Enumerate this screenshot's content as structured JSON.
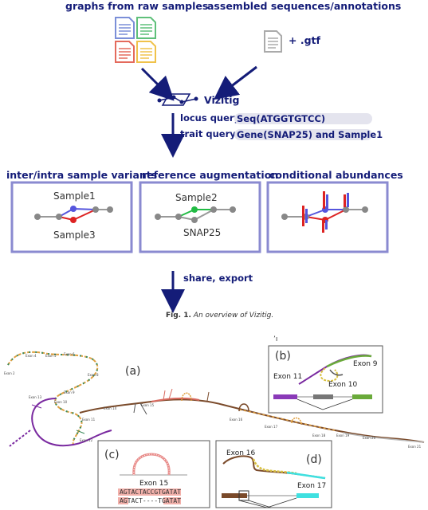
{
  "labels": {
    "graphs_from_raw": "graphs from raw samples",
    "assembled": "assembled sequences/annotations",
    "gtf": "+ .gtf",
    "vizitig": "Vizitig",
    "locus_query": "locus query",
    "locus_value": "Seq(ATGGTGTCC)",
    "trait_query": "trait query",
    "trait_value": "Gene(SNAP25) and Sample1",
    "variants": "inter/intra sample variants",
    "augmentation": "reference augmentation",
    "abundances": "conditional abundances",
    "sample1": "Sample1",
    "sample3": "Sample3",
    "sample2": "Sample2",
    "snap25": "SNAP25",
    "share": "share, export",
    "fig_label": "Fig. 1.",
    "fig_text": " An overview of Vizitig.",
    "corner_mark": "ʼı"
  },
  "panels": {
    "a": "(a)",
    "b": "(b)",
    "c": "(c)",
    "d": "(d)"
  },
  "inset_b": {
    "exon11": "Exon 11",
    "exon9": "Exon 9",
    "exon10": "Exon 10"
  },
  "inset_c": {
    "exon15": "Exon 15",
    "seq1": "AGTACTACCGTGATAT",
    "seq2": "AGTACT----TGATAT"
  },
  "inset_d": {
    "exon16": "Exon 16",
    "exon17": "Exon 17"
  },
  "exons": [
    "Exon 2",
    "Exon 4",
    "Exon 5",
    "Exon 6",
    "Exon 8",
    "Exon 9",
    "Exon 10",
    "Exon 11",
    "Exon 12",
    "Exon 13",
    "Exon 14",
    "Exon 15",
    "Exon 16",
    "Exon 17",
    "Exon 18",
    "Exon 19",
    "Exon 20",
    "Exon 21"
  ],
  "colors": {
    "navy": "#141c78",
    "box_border": "#8a8ad0",
    "query_bg": "#e4e4ee",
    "doc_blue": "#7b8fd8",
    "doc_green": "#5fc07a",
    "doc_red": "#e46a5c",
    "doc_yellow": "#f0c24a",
    "node_gray": "#888888",
    "node_blue": "#5555dd",
    "node_red": "#dd2222",
    "node_green": "#22bb44",
    "path_purple": "#7a2aa0",
    "path_brown": "#7a4a2a",
    "path_olive": "#8a8a30",
    "path_salmon": "#d86a60",
    "path_gray": "#bbbbbb",
    "path_cyan": "#3fe0e0"
  }
}
